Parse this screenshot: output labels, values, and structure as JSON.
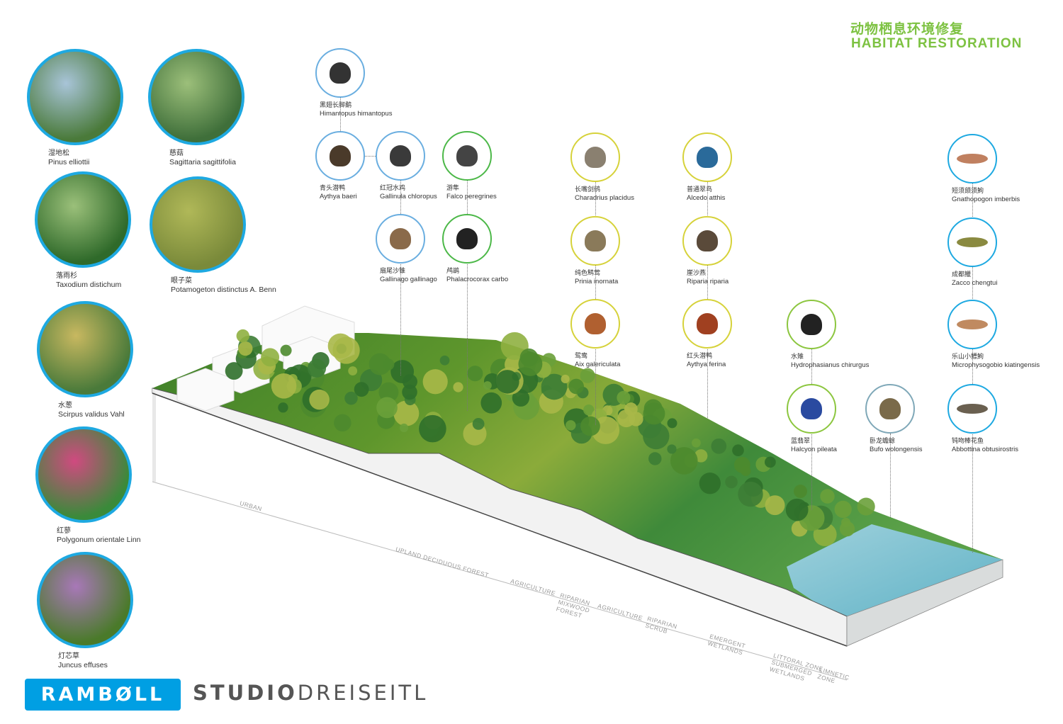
{
  "header": {
    "title_cn": "动物栖息环境修复",
    "title_en": "HABITAT RESTORATION"
  },
  "plants": [
    {
      "cn": "湿地松",
      "latin": "Pinus elliottii"
    },
    {
      "cn": "慈菇",
      "latin": "Sagittaria sagittifolia"
    },
    {
      "cn": "落雨杉",
      "latin": "Taxodium distichum"
    },
    {
      "cn": "眼子菜",
      "latin": "Potamogeton distinctus A. Benn"
    },
    {
      "cn": "水葱",
      "latin": "Scirpus validus Vahl"
    },
    {
      "cn": "红蓼",
      "latin": "Polygonum orientale Linn"
    },
    {
      "cn": "灯芯草",
      "latin": "Juncus effuses"
    }
  ],
  "species": [
    {
      "cn": "黑翅长脚鹬",
      "latin": "Himantopus himantopus",
      "ring": "#6aaee0"
    },
    {
      "cn": "青头潜鸭",
      "latin": "Aythya baeri",
      "ring": "#6aaee0"
    },
    {
      "cn": "红冠水鸡",
      "latin": "Gallinula chloropus",
      "ring": "#6aaee0"
    },
    {
      "cn": "游隼",
      "latin": "Falco peregrines",
      "ring": "#4cb848"
    },
    {
      "cn": "扇尾沙锥",
      "latin": "Gallinago gallinago",
      "ring": "#6aaee0"
    },
    {
      "cn": "鸬鹚",
      "latin": "Phalacrocorax carbo",
      "ring": "#4cb848"
    },
    {
      "cn": "长嘴剑鸻",
      "latin": "Charadrius placidus",
      "ring": "#d6d23a"
    },
    {
      "cn": "普通翠鸟",
      "latin": "Alcedo atthis",
      "ring": "#d6d23a"
    },
    {
      "cn": "纯色鹪莺",
      "latin": "Prinia inornata",
      "ring": "#d6d23a"
    },
    {
      "cn": "崖沙燕",
      "latin": "Riparia riparia",
      "ring": "#d6d23a"
    },
    {
      "cn": "鸳鸯",
      "latin": "Aix galericulata",
      "ring": "#d6d23a"
    },
    {
      "cn": "红头潜鸭",
      "latin": "Aythya ferina",
      "ring": "#d6d23a"
    },
    {
      "cn": "水雉",
      "latin": "Hydrophasianus chirurgus",
      "ring": "#8cc63f"
    },
    {
      "cn": "蓝翡翠",
      "latin": "Halcyon pileata",
      "ring": "#8cc63f"
    },
    {
      "cn": "卧龙蟾蜍",
      "latin": "Bufo wolongensis",
      "ring": "#7fa8b8"
    },
    {
      "cn": "短须颌须鮈",
      "latin": "Gnathopogon imberbis",
      "ring": "#1ea9e1"
    },
    {
      "cn": "成都鱲",
      "latin": "Zacco chengtui",
      "ring": "#1ea9e1"
    },
    {
      "cn": "乐山小鳔鮈",
      "latin": "Microphysogobio kiatingensis",
      "ring": "#1ea9e1"
    },
    {
      "cn": "钝吻棒花鱼",
      "latin": "Abbottina obtusirostris",
      "ring": "#1ea9e1"
    }
  ],
  "zones": [
    "URBAN",
    "UPLAND DECIDUOUS FOREST",
    "AGRICULTURE",
    "RIPARIAN\nMIXWOOD\nFOREST",
    "AGRICULTURE",
    "RIPARIAN\nSCRUB",
    "EMERGENT\nWETLANDS",
    "LITTORAL ZONE\nSUBMERGED\nWETLANDS",
    "LIMNETIC\nZONE"
  ],
  "logos": {
    "ramboll": "RAMBØLL",
    "studio_bold": "STUDIO",
    "studio_light": "DREISEITL"
  },
  "colors": {
    "accent_green": "#7dc242",
    "plant_ring": "#1ea9e1",
    "ramboll_blue": "#009fe3"
  }
}
